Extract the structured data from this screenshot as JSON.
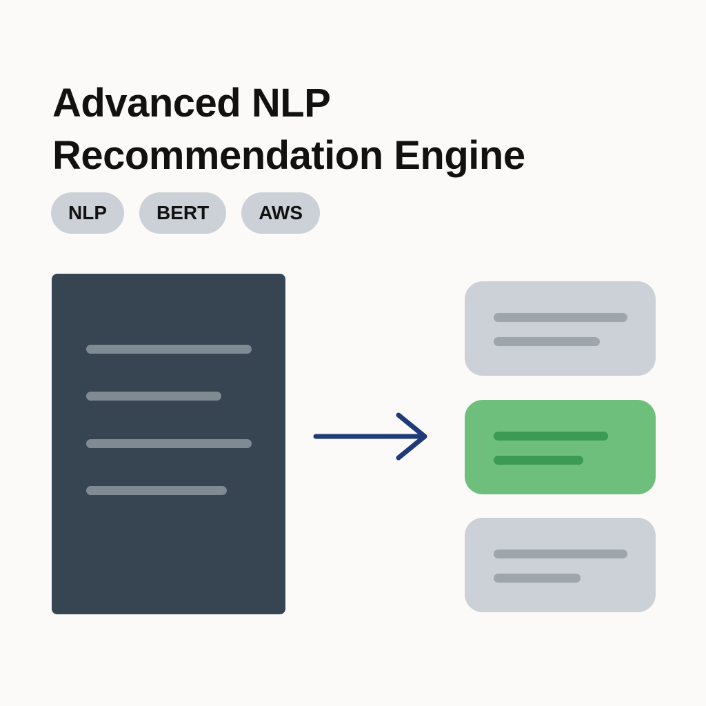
{
  "title": {
    "line1": "Advanced NLP",
    "line2": "Recommendation Engine"
  },
  "tags": [
    "NLP",
    "BERT",
    "AWS"
  ],
  "diagram": {
    "source": "document-icon",
    "connector": "arrow-right-icon",
    "results": [
      "result-card",
      "result-card-highlighted",
      "result-card"
    ],
    "highlighted_result": 2
  },
  "colors": {
    "background": "#fbfaf8",
    "title": "#111111",
    "tag_fill": "#ccd1d7",
    "document": "#374452",
    "document_lines": "#7f8a93",
    "arrow": "#1f3a78",
    "card": "#ccd1d7",
    "card_lines": "#9ea5ab",
    "highlight": "#6ebf7c",
    "highlight_lines": "#3b9a53"
  }
}
